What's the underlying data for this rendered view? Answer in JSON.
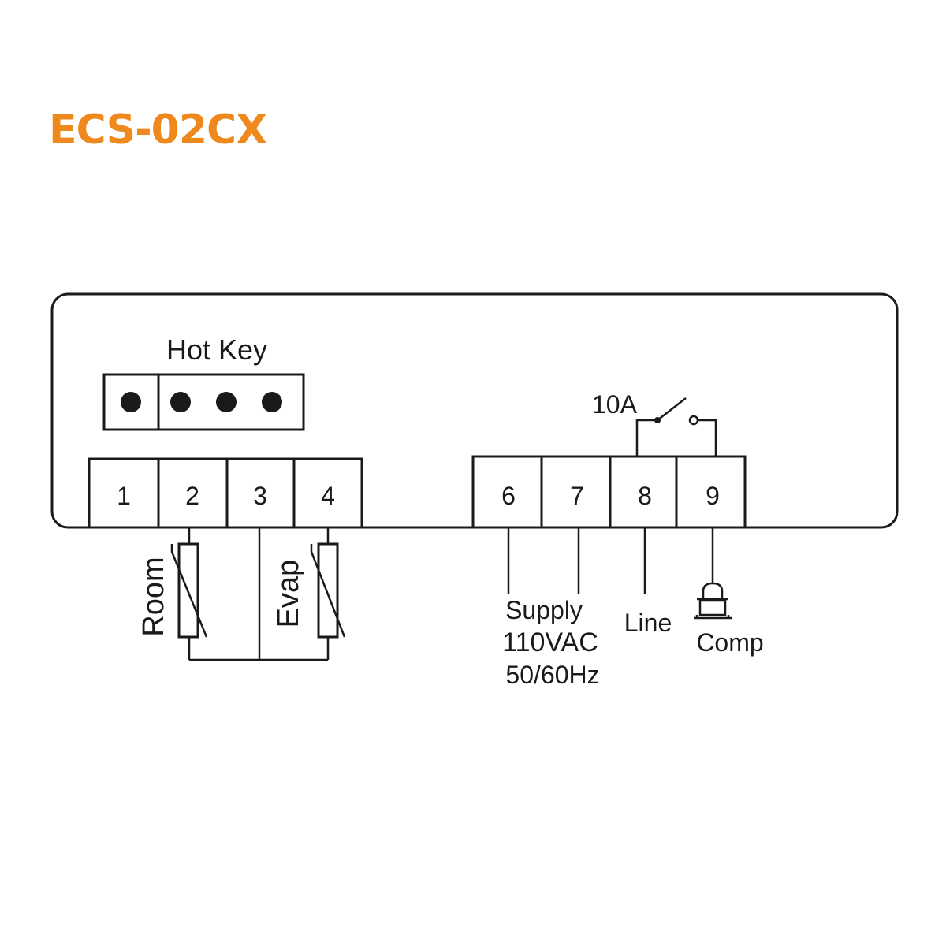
{
  "title": "ECS-02CX",
  "colors": {
    "title": "#ee8a1d",
    "line": "#1a1a1a"
  },
  "hot_key": {
    "label": "Hot Key",
    "pin_count": 4
  },
  "terminals": {
    "left": [
      "1",
      "2",
      "3",
      "4"
    ],
    "right": [
      "6",
      "7",
      "8",
      "9"
    ]
  },
  "sensors": {
    "room": "Room",
    "evap": "Evap"
  },
  "relay": {
    "rating": "10A"
  },
  "connections": {
    "supply": [
      "Supply",
      "110VAC",
      "50/60Hz"
    ],
    "line": "Line",
    "comp": "Comp"
  },
  "icons": {
    "compressor": "compressor-icon",
    "relay": "relay-switch-icon",
    "sensor": "thermistor-icon"
  }
}
